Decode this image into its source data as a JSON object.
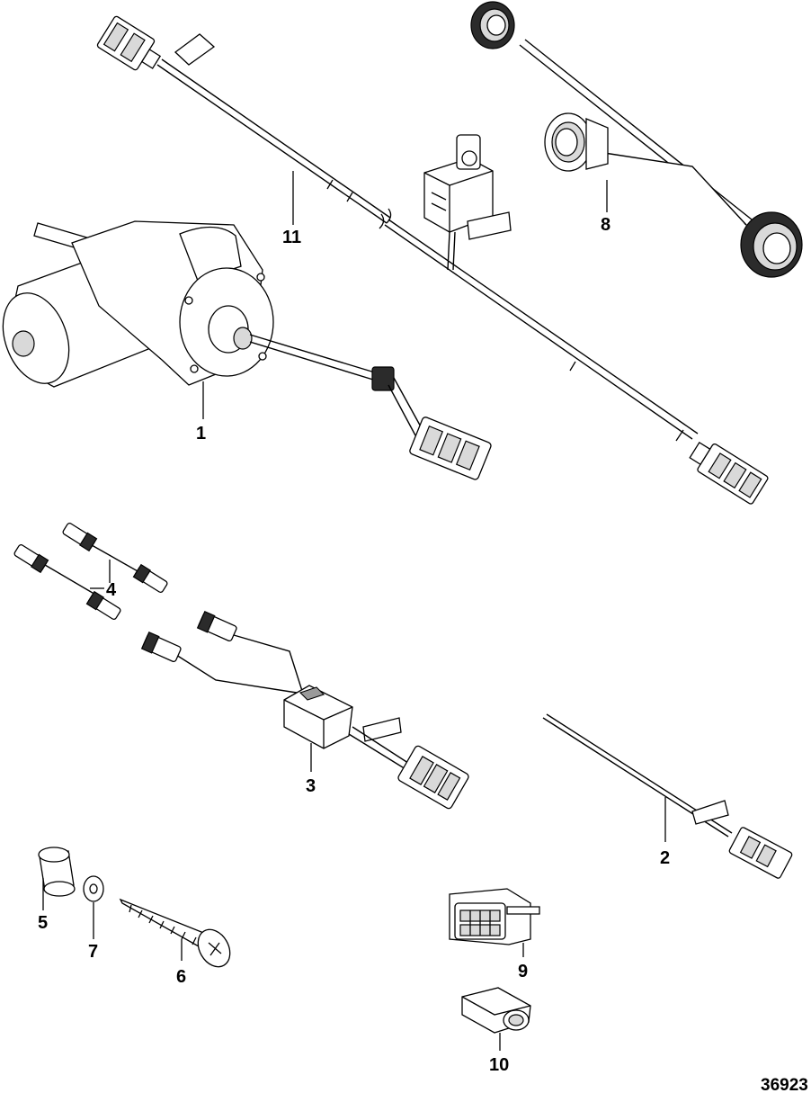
{
  "figure_id": "36923",
  "callouts": {
    "c1": "1",
    "c2": "2",
    "c3": "3",
    "c4": "4",
    "c5": "5",
    "c6": "6",
    "c7": "7",
    "c8": "8",
    "c9": "9",
    "c10": "10",
    "c11": "11"
  }
}
